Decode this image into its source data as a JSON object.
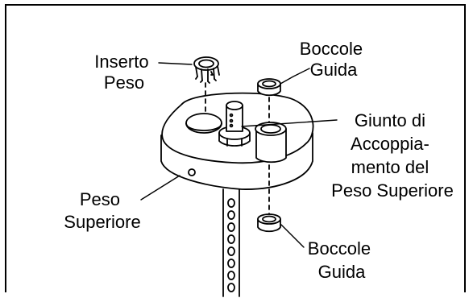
{
  "labels": {
    "inserto_peso": [
      "Inserto",
      "Peso"
    ],
    "boccole_guida_top": [
      "Boccole",
      "Guida"
    ],
    "giunto": [
      "Giunto di",
      "Accoppia-",
      "mento del",
      "Peso Superiore"
    ],
    "peso_superiore": [
      "Peso",
      "Superiore"
    ],
    "boccole_guida_bottom": [
      "Boccole",
      "Guida"
    ]
  }
}
